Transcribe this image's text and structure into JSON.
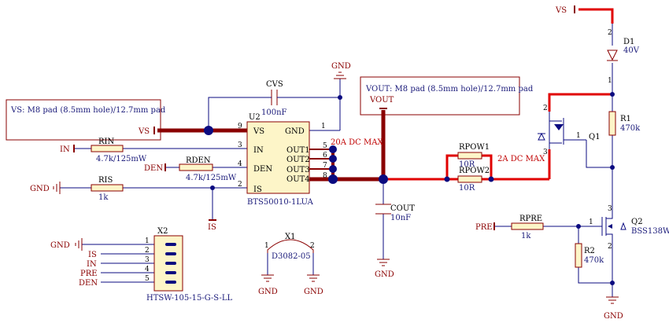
{
  "notes": {
    "vs_pad": "VS: M8 pad (8.5mm hole)/12.7mm pad",
    "vout_pad": "VOUT: M8 pad (8.5mm hole)/12.7mm pad"
  },
  "ics": {
    "u2": {
      "ref": "U2",
      "value": "BTS50010-1LUA",
      "pins": [
        {
          "num": "9",
          "name": "VS"
        },
        {
          "num": "3",
          "name": "IN"
        },
        {
          "num": "4",
          "name": "DEN"
        },
        {
          "num": "2",
          "name": "IS"
        },
        {
          "num": "1",
          "name": "GND"
        },
        {
          "num": "5",
          "name": "OUT1"
        },
        {
          "num": "6",
          "name": "OUT2"
        },
        {
          "num": "7",
          "name": "OUT3"
        },
        {
          "num": "8",
          "name": "OUT4"
        }
      ]
    }
  },
  "components": {
    "cvs": {
      "ref": "CVS",
      "value": "100nF"
    },
    "rin": {
      "ref": "RIN",
      "value": "4.7k/125mW"
    },
    "rden": {
      "ref": "RDEN",
      "value": "4.7k/125mW"
    },
    "ris": {
      "ref": "RIS",
      "value": "1k"
    },
    "cout": {
      "ref": "COUT",
      "value": "10nF"
    },
    "rpow1": {
      "ref": "RPOW1",
      "value": "10R"
    },
    "rpow2": {
      "ref": "RPOW2",
      "value": "10R"
    },
    "r1": {
      "ref": "R1",
      "value": "470k"
    },
    "d1": {
      "ref": "D1",
      "value": "40V"
    },
    "q1": {
      "ref": "Q1"
    },
    "q2": {
      "ref": "Q2",
      "value": "BSS138W"
    },
    "rpre": {
      "ref": "RPRE",
      "value": "1k"
    },
    "r2": {
      "ref": "R2",
      "value": "470k"
    },
    "x1": {
      "ref": "X1",
      "value": "D3082-05"
    },
    "x2": {
      "ref": "X2",
      "value": "HTSW-105-15-G-S-LL",
      "pins": [
        "1",
        "2",
        "3",
        "4",
        "5"
      ],
      "nets": [
        "GND",
        "IS",
        "IN",
        "PRE",
        "DEN"
      ]
    }
  },
  "nets": {
    "vs": "VS",
    "in": "IN",
    "den": "DEN",
    "gnd": "GND",
    "is": "IS",
    "vout": "VOUT",
    "pre": "PRE"
  },
  "pin_numbers": {
    "one": "1",
    "two": "2",
    "three": "3"
  },
  "annotations": {
    "current_20a": "20A DC MAX",
    "current_2a": "2A DC MAX"
  },
  "colors": {
    "wire": "#0b0b80",
    "power_trace": "#8a0000",
    "high_current": "#e00000",
    "component_fill": "#fdf5c8",
    "junction": "#0b0b80"
  }
}
